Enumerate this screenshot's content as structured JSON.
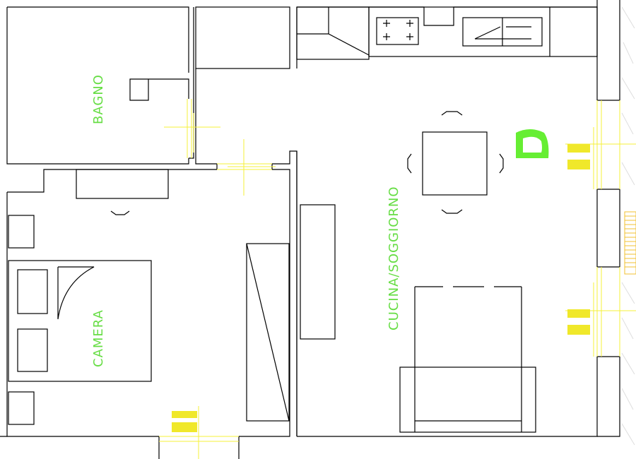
{
  "rooms": {
    "bathroom": "BAGNO",
    "bedroom": "CAMERA",
    "kitchen_living": "CUCINA/SOGGIORNO"
  },
  "colors": {
    "walls": "#000000",
    "room_labels": "#66dd44",
    "dimension_lines": "#f5f03a",
    "marker": "#66ee33"
  },
  "icons": {
    "boiler_marker": "green-d-symbol"
  }
}
